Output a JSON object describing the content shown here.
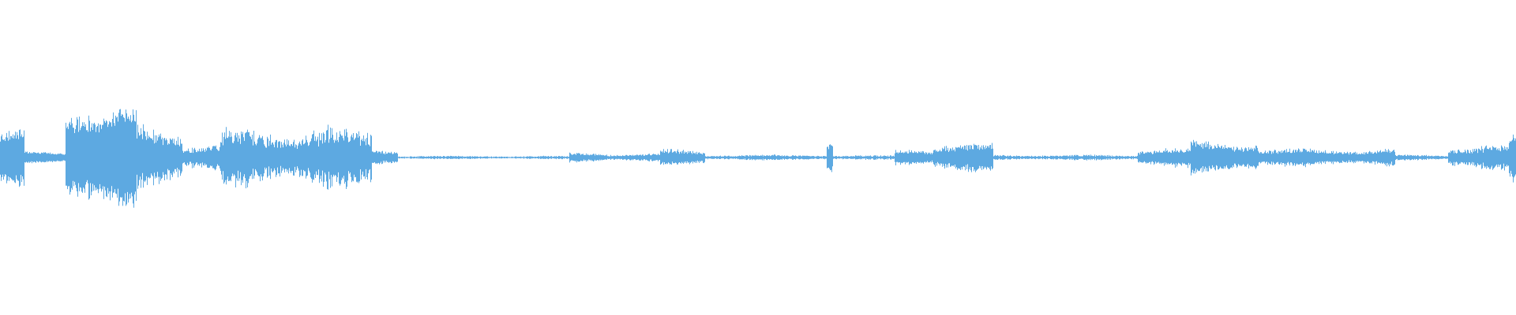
{
  "waveform": {
    "color": "#5DA9E1",
    "background": "#FFFFFF",
    "channels": 1,
    "segments": [
      {
        "from": 0.0,
        "to": 0.016,
        "amp": 0.26,
        "jitter": 0.35
      },
      {
        "from": 0.016,
        "to": 0.043,
        "amp": 0.05,
        "jitter": 0.3
      },
      {
        "from": 0.043,
        "to": 0.06,
        "amp": 0.55,
        "jitter": 0.3
      },
      {
        "from": 0.06,
        "to": 0.09,
        "amp": 0.46,
        "jitter": 0.3
      },
      {
        "from": 0.09,
        "to": 0.12,
        "amp": 0.28,
        "jitter": 0.45
      },
      {
        "from": 0.12,
        "to": 0.145,
        "amp": 0.14,
        "jitter": 0.5
      },
      {
        "from": 0.145,
        "to": 0.2,
        "amp": 0.26,
        "jitter": 0.55
      },
      {
        "from": 0.2,
        "to": 0.218,
        "amp": 0.3,
        "jitter": 0.55
      },
      {
        "from": 0.218,
        "to": 0.245,
        "amp": 0.26,
        "jitter": 0.5
      },
      {
        "from": 0.245,
        "to": 0.262,
        "amp": 0.08,
        "jitter": 0.4
      },
      {
        "from": 0.262,
        "to": 0.375,
        "amp": 0.015,
        "jitter": 0.6
      },
      {
        "from": 0.375,
        "to": 0.4,
        "amp": 0.05,
        "jitter": 0.5
      },
      {
        "from": 0.4,
        "to": 0.435,
        "amp": 0.035,
        "jitter": 0.5
      },
      {
        "from": 0.435,
        "to": 0.465,
        "amp": 0.075,
        "jitter": 0.45
      },
      {
        "from": 0.465,
        "to": 0.545,
        "amp": 0.025,
        "jitter": 0.6
      },
      {
        "from": 0.545,
        "to": 0.549,
        "amp": 0.2,
        "jitter": 0.4
      },
      {
        "from": 0.549,
        "to": 0.59,
        "amp": 0.02,
        "jitter": 0.6
      },
      {
        "from": 0.59,
        "to": 0.615,
        "amp": 0.09,
        "jitter": 0.45
      },
      {
        "from": 0.615,
        "to": 0.655,
        "amp": 0.13,
        "jitter": 0.45
      },
      {
        "from": 0.655,
        "to": 0.75,
        "amp": 0.025,
        "jitter": 0.6
      },
      {
        "from": 0.75,
        "to": 0.785,
        "amp": 0.09,
        "jitter": 0.45
      },
      {
        "from": 0.785,
        "to": 0.83,
        "amp": 0.15,
        "jitter": 0.4
      },
      {
        "from": 0.83,
        "to": 0.92,
        "amp": 0.08,
        "jitter": 0.45
      },
      {
        "from": 0.92,
        "to": 0.955,
        "amp": 0.025,
        "jitter": 0.5
      },
      {
        "from": 0.955,
        "to": 0.995,
        "amp": 0.12,
        "jitter": 0.5
      },
      {
        "from": 0.995,
        "to": 1.0,
        "amp": 0.22,
        "jitter": 0.4
      }
    ]
  }
}
